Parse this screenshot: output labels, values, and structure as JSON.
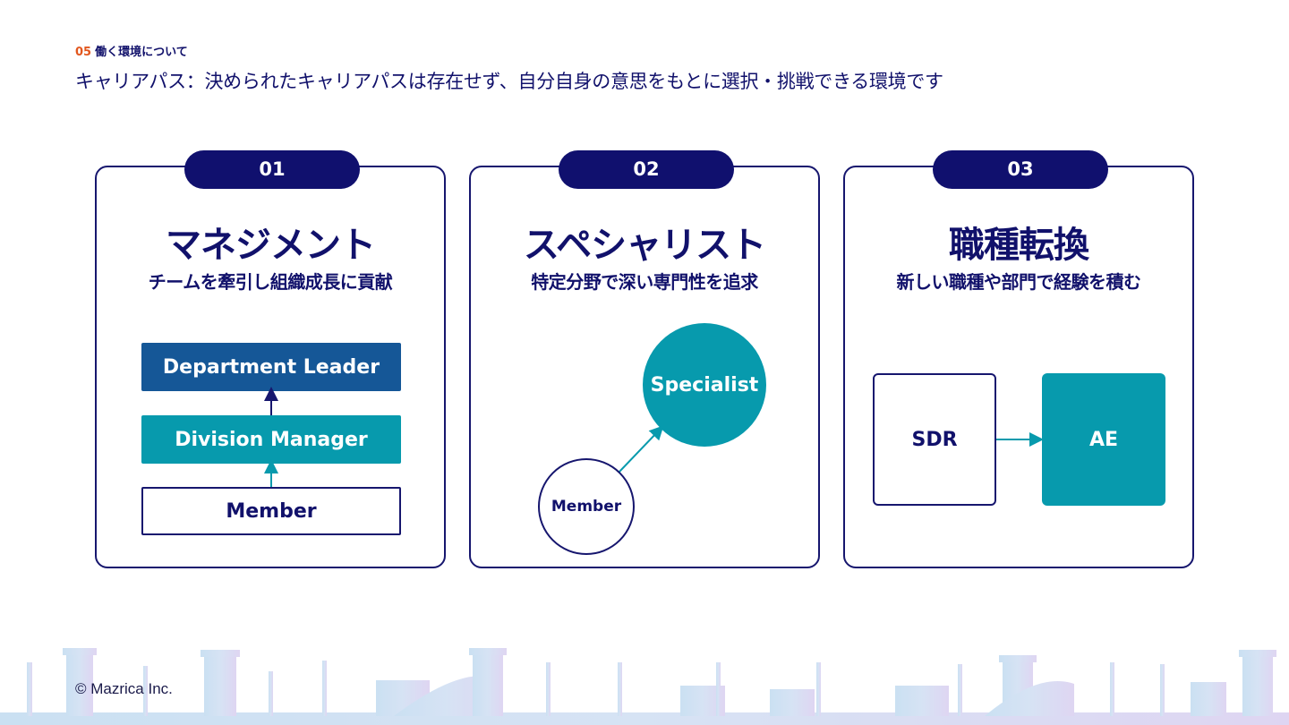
{
  "header": {
    "section_number": "05",
    "section_label": "働く環境について",
    "title": "キャリアパス：決められたキャリアパスは存在せず、自分自身の意思をもとに選択・挑戦できる環境です"
  },
  "cards": [
    {
      "badge": "01",
      "heading": "マネジメント",
      "subheading": "チームを牽引し組織成長に貢献",
      "levels": [
        "Department Leader",
        "Division Manager",
        "Member"
      ]
    },
    {
      "badge": "02",
      "heading": "スペシャリスト",
      "subheading": "特定分野で深い専門性を追求",
      "target": "Specialist",
      "origin": "Member"
    },
    {
      "badge": "03",
      "heading": "職種転換",
      "subheading": "新しい職種や部門で経験を積む",
      "from_role": "SDR",
      "to_role": "AE"
    }
  ],
  "colors": {
    "navy": "#11116b",
    "teal": "#079aad",
    "blue": "#155797",
    "accent_orange": "#e2571e"
  },
  "footer": {
    "copyright": "© Mazrica Inc."
  }
}
